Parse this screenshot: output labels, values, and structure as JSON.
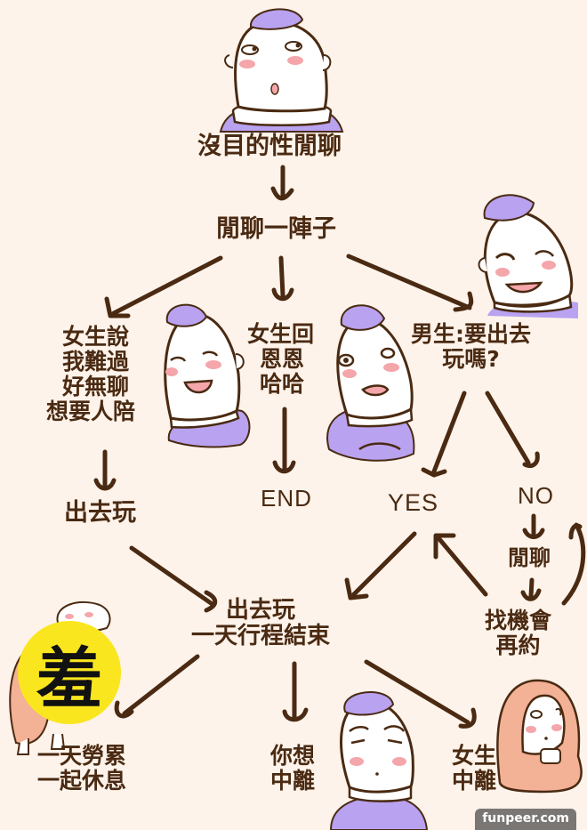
{
  "title": "沒目的性閒聊",
  "colors": {
    "background": "#fdf3ea",
    "ink": "#4a2a12",
    "hair_purple": "#b9a2f0",
    "cheek_pink": "#f4a6aa",
    "girl_orange": "#f3b195",
    "badge_yellow": "#fae61e"
  },
  "nodes": {
    "start": "沒目的性閒聊",
    "chat_while": "閒聊一陣子",
    "girl_sad": [
      "女生說",
      "我難過",
      "好無聊",
      "想要人陪"
    ],
    "girl_replies": [
      "女生回",
      "恩恩",
      "哈哈"
    ],
    "boy_asks": [
      "男生:要出去",
      "玩嗎?"
    ],
    "go_out_left": "出去玩",
    "end": "END",
    "yes": "YES",
    "no": "NO",
    "chat_again": "閒聊",
    "find_chance": [
      "找機會",
      "再約"
    ],
    "day_over": [
      "出去玩",
      "一天行程結束"
    ],
    "rest_together": [
      "一天勞累",
      "一起休息"
    ],
    "you_leave": [
      "你想",
      "中離"
    ],
    "girl_leaves": [
      "女生",
      "中離"
    ]
  },
  "badge": {
    "label": "羞",
    "icon": "censor-badge"
  },
  "characters": [
    {
      "name": "boy-thinking",
      "expression": "surprised"
    },
    {
      "name": "boy-smirk",
      "expression": "grinning"
    },
    {
      "name": "boy-happy",
      "expression": "smiling"
    },
    {
      "name": "boy-shocked",
      "expression": "awkward"
    },
    {
      "name": "boy-sad",
      "expression": "disappointed"
    },
    {
      "name": "girl-orange-hood",
      "expression": "suspicious"
    },
    {
      "name": "sheep-couple",
      "expression": "blushing"
    }
  ],
  "watermark": "funpeer.com"
}
